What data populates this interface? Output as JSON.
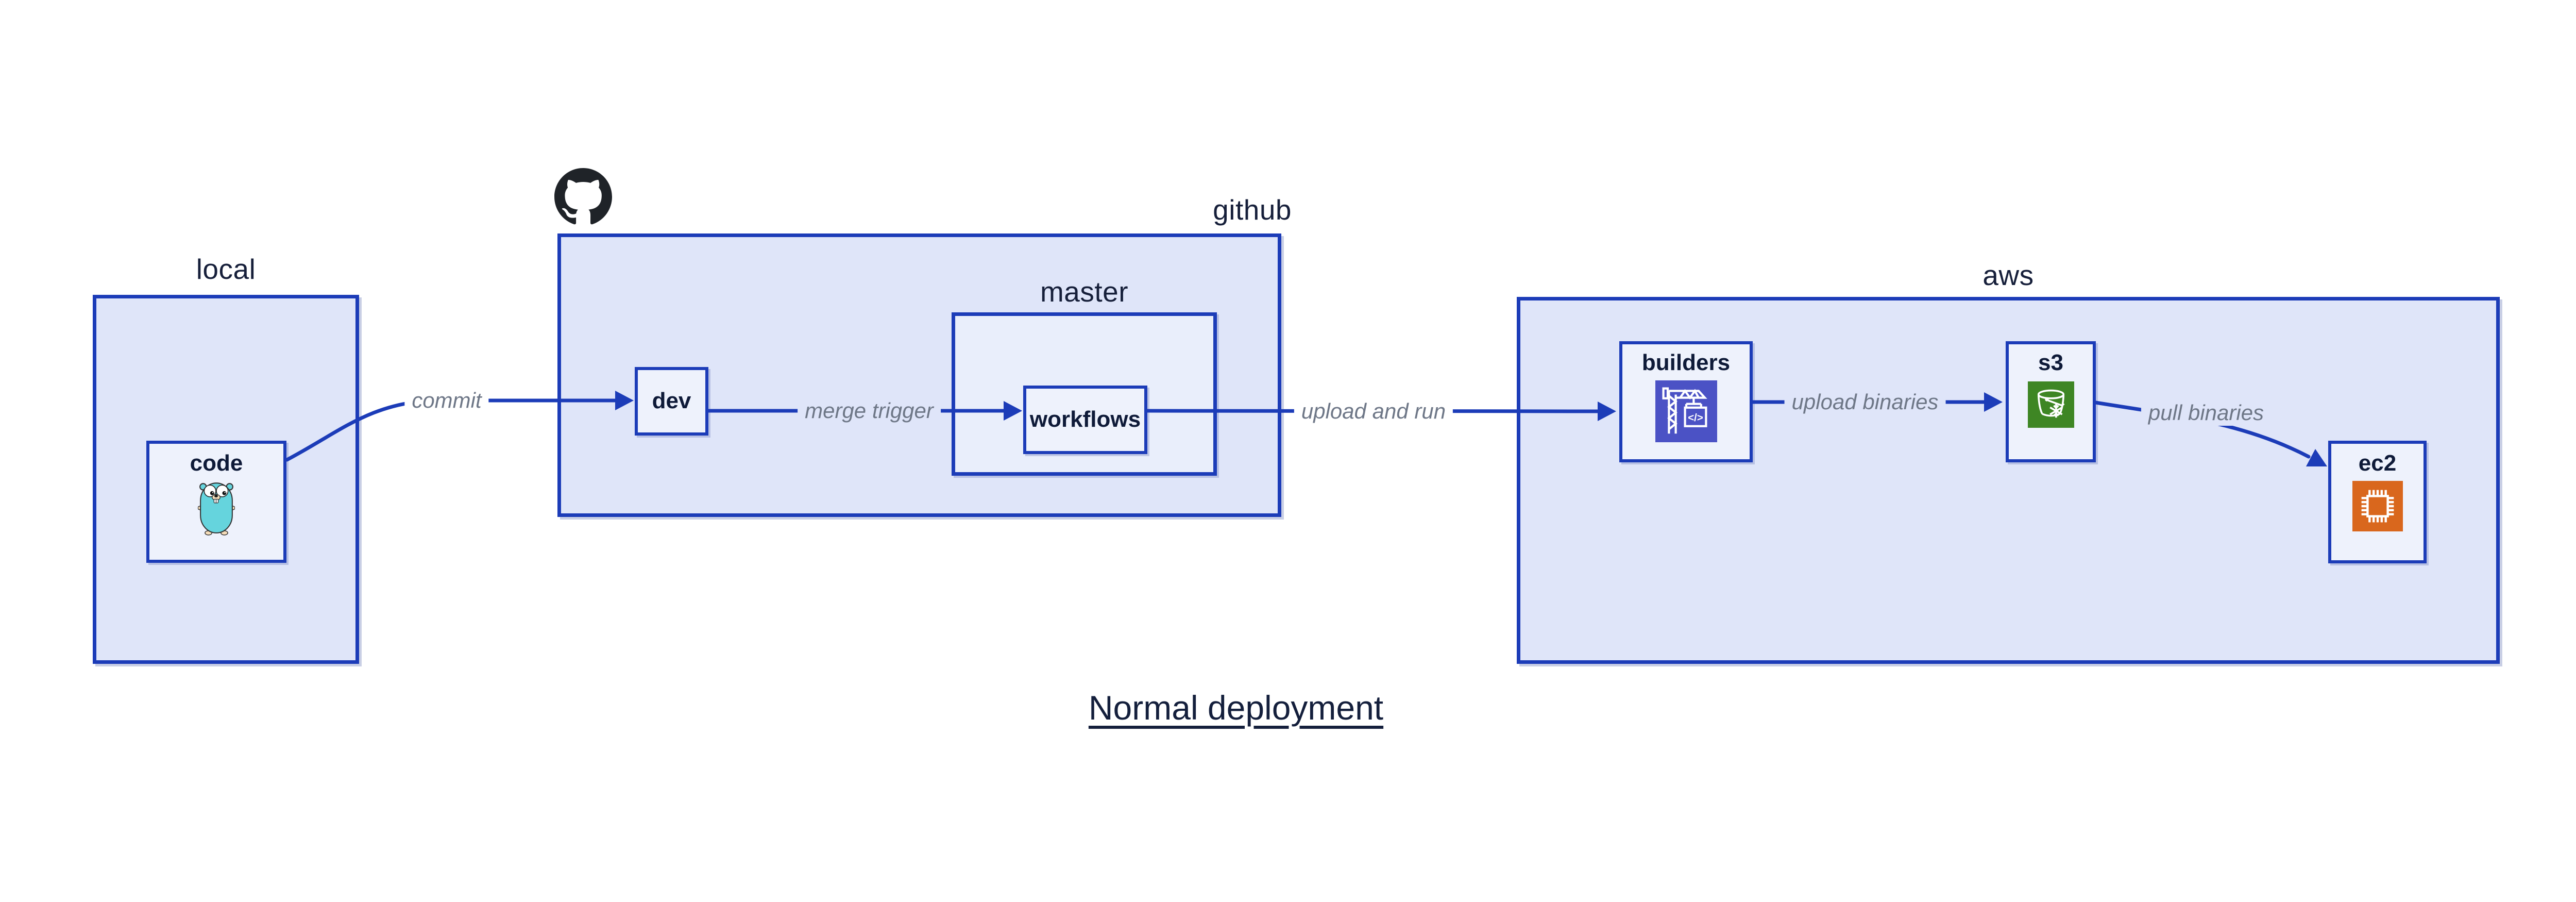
{
  "title": "Normal deployment",
  "containers": {
    "local": {
      "label": "local"
    },
    "github": {
      "label": "github"
    },
    "master": {
      "label": "master"
    },
    "aws": {
      "label": "aws"
    }
  },
  "nodes": {
    "code": {
      "label": "code",
      "icon": "go-gopher-icon"
    },
    "dev": {
      "label": "dev"
    },
    "workflows": {
      "label": "workflows"
    },
    "builders": {
      "label": "builders",
      "icon": "codebuild-crane-icon"
    },
    "s3": {
      "label": "s3",
      "icon": "s3-glacier-bucket-icon"
    },
    "ec2": {
      "label": "ec2",
      "icon": "ec2-chip-icon"
    }
  },
  "edges": {
    "commit": {
      "label": "commit"
    },
    "merge_trigger": {
      "label": "merge trigger"
    },
    "upload_and_run": {
      "label": "upload and run"
    },
    "upload_binaries": {
      "label": "upload binaries"
    },
    "pull_binaries": {
      "label": "pull binaries"
    }
  },
  "icons": {
    "codebuild_glyph": "</>"
  },
  "colors": {
    "border_blue": "#1c3cb8",
    "container_fill": "#dfe5f9",
    "node_fill": "#eef2fc",
    "edge_label_gray": "#6e7787",
    "text_navy": "#131e3a",
    "codebuild_indigo": "#4b52c5",
    "s3_green": "#3e8624",
    "ec2_orange": "#d9671d",
    "gopher_teal": "#65d4dd",
    "octocat_black": "#1f2328"
  }
}
